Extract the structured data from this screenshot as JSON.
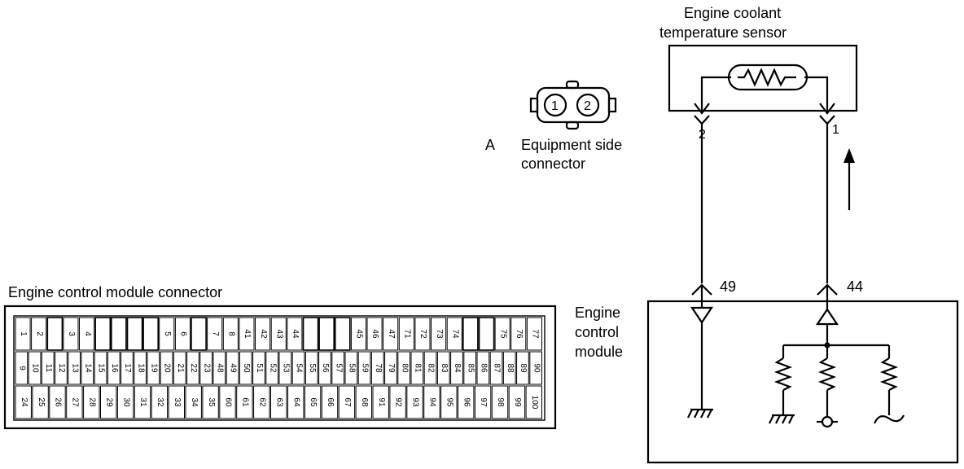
{
  "sensor": {
    "title_line1": "Engine coolant",
    "title_line2": "temperature sensor",
    "pin_left": "2",
    "pin_right": "1"
  },
  "connector_a": {
    "letter": "A",
    "label_line1": "Equipment side",
    "label_line2": "connector",
    "pin1": "1",
    "pin2": "2"
  },
  "ecm_connector": {
    "title": "Engine control module connector",
    "rows": [
      [
        "1",
        "2",
        "",
        "3",
        "4",
        "",
        "",
        "",
        "",
        "5",
        "6",
        "",
        "7",
        "8",
        "41",
        "42",
        "43",
        "44",
        "",
        "",
        "",
        "45",
        "46",
        "47",
        "71",
        "72",
        "73",
        "74",
        "",
        "",
        "75",
        "76",
        "77"
      ],
      [
        "9",
        "10",
        "11",
        "12",
        "13",
        "14",
        "15",
        "16",
        "17",
        "18",
        "19",
        "20",
        "21",
        "22",
        "23",
        "48",
        "49",
        "50",
        "51",
        "52",
        "53",
        "54",
        "55",
        "56",
        "57",
        "58",
        "59",
        "78",
        "79",
        "80",
        "81",
        "82",
        "83",
        "84",
        "85",
        "86",
        "87",
        "88",
        "89",
        "90"
      ],
      [
        "24",
        "25",
        "26",
        "27",
        "28",
        "29",
        "30",
        "31",
        "32",
        "33",
        "34",
        "35",
        "60",
        "61",
        "62",
        "63",
        "64",
        "65",
        "66",
        "67",
        "68",
        "91",
        "92",
        "93",
        "94",
        "95",
        "96",
        "97",
        "98",
        "99",
        "100"
      ]
    ]
  },
  "ecm": {
    "label_line1": "Engine",
    "label_line2": "control",
    "label_line3": "module",
    "pin_left": "49",
    "pin_right": "44"
  }
}
